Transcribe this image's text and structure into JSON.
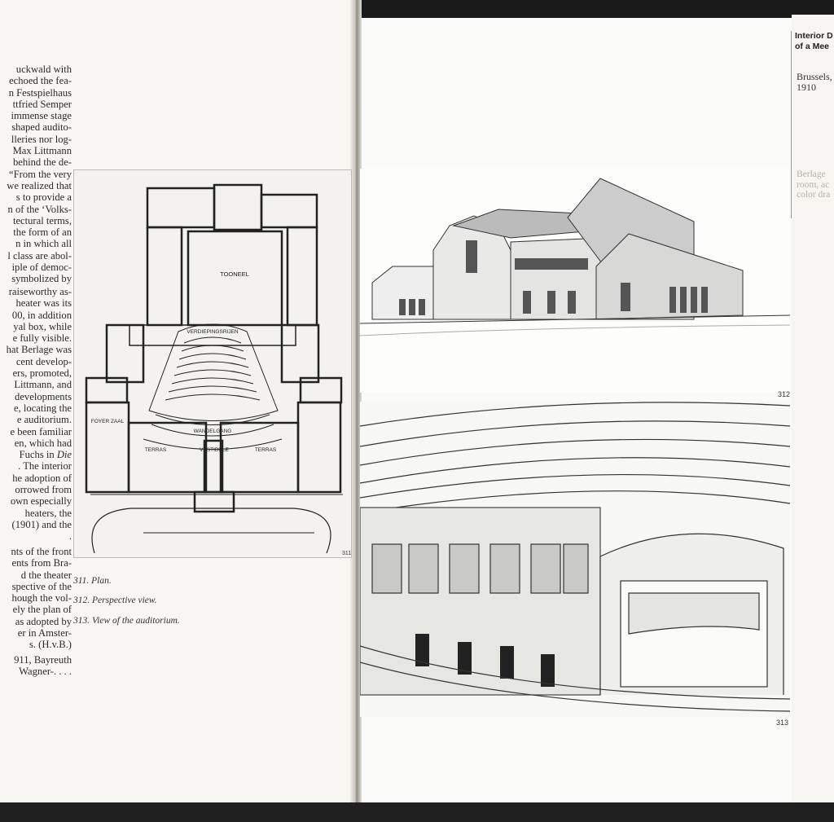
{
  "left_page": {
    "paragraphs": [
      [
        "uckwald with",
        "echoed the fea-",
        "n Festspielhaus",
        "ttfried Semper",
        "immense stage",
        "shaped audito-",
        "lleries nor log-",
        "Max Littmann",
        "behind the de-",
        "“From the very",
        "we realized that",
        "s to provide a",
        "n of the ‘Volks-",
        "tectural terms,",
        "the form of an",
        "n in which all",
        "l class are abol-",
        "iple of democ-",
        "symbolized by"
      ],
      [
        "raiseworthy as-",
        "heater was its",
        "00, in addition",
        "yal box, while",
        "e fully visible.",
        "hat Berlage was",
        "cent develop-",
        "ers, promoted,",
        "Littmann, and",
        "developments",
        "e, locating the",
        "e auditorium.",
        "e been familiar",
        "en, which had",
        "Fuchs in Die",
        ". The interior",
        "he adoption of",
        "orrowed from",
        "own especially",
        "heaters, the",
        "(1901) and the",
        "."
      ],
      [
        "nts of the front",
        "ents from Bra-",
        "d the theater",
        "spective of the",
        "hough the vol-",
        "ely the plan of",
        "as adopted by",
        "er in Amster-",
        "s. (H.v.B.)"
      ],
      [
        "911, Bayreuth",
        "Wagner-. . . ."
      ]
    ],
    "captions": [
      "311. Plan.",
      "312. Perspective view.",
      "313. View of the auditorium."
    ]
  },
  "figures": {
    "fig311": {
      "number": "311",
      "labels": {
        "stage": "TOONEEL",
        "orchestra": "VERDIEPINGSRIJEN",
        "promenade": "WANDELGANG",
        "terrace_left": "TERRAS",
        "terrace_right": "TERRAS",
        "vestibule": "VESTIBULE",
        "foyer": "FOYER ZAAL"
      }
    },
    "fig312": {
      "number": "312"
    },
    "fig313": {
      "number": "313"
    }
  },
  "right_edge": {
    "title_lines": [
      "Interior D",
      "of a Mee"
    ],
    "place_lines": [
      "Brussels,",
      "1910"
    ],
    "note_lines": [
      "Berlage",
      "room, ac",
      "color dra"
    ]
  }
}
